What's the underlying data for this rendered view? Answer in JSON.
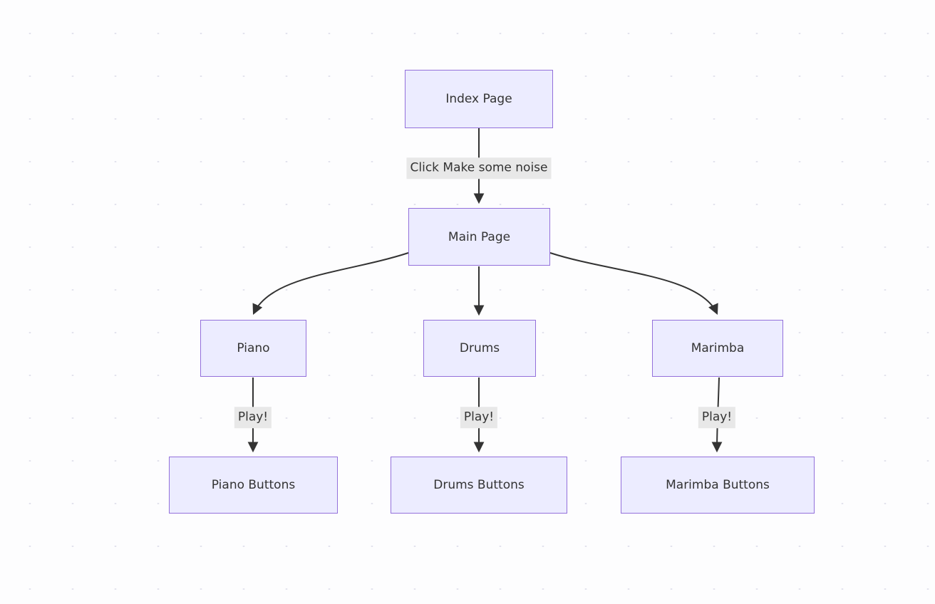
{
  "diagram": {
    "type": "flowchart",
    "direction": "top-down",
    "nodes": [
      {
        "id": "index",
        "label": "Index Page"
      },
      {
        "id": "main",
        "label": "Main Page"
      },
      {
        "id": "piano",
        "label": "Piano"
      },
      {
        "id": "drums",
        "label": "Drums"
      },
      {
        "id": "marimba",
        "label": "Marimba"
      },
      {
        "id": "piano_buttons",
        "label": "Piano Buttons"
      },
      {
        "id": "drums_buttons",
        "label": "Drums Buttons"
      },
      {
        "id": "marimba_buttons",
        "label": "Marimba Buttons"
      }
    ],
    "edges": [
      {
        "from": "index",
        "to": "main",
        "label": "Click Make some noise"
      },
      {
        "from": "main",
        "to": "piano",
        "label": ""
      },
      {
        "from": "main",
        "to": "drums",
        "label": ""
      },
      {
        "from": "main",
        "to": "marimba",
        "label": ""
      },
      {
        "from": "piano",
        "to": "piano_buttons",
        "label": "Play!"
      },
      {
        "from": "drums",
        "to": "drums_buttons",
        "label": "Play!"
      },
      {
        "from": "marimba",
        "to": "marimba_buttons",
        "label": "Play!"
      }
    ],
    "colors": {
      "node_fill": "#ECECFF",
      "node_border": "#9370DB",
      "edge_stroke": "#333333",
      "text": "#333333",
      "edge_label_bg": "#e8e8e8",
      "background": "#fdfdfe",
      "dot_grid": "#e3e3ed"
    }
  }
}
